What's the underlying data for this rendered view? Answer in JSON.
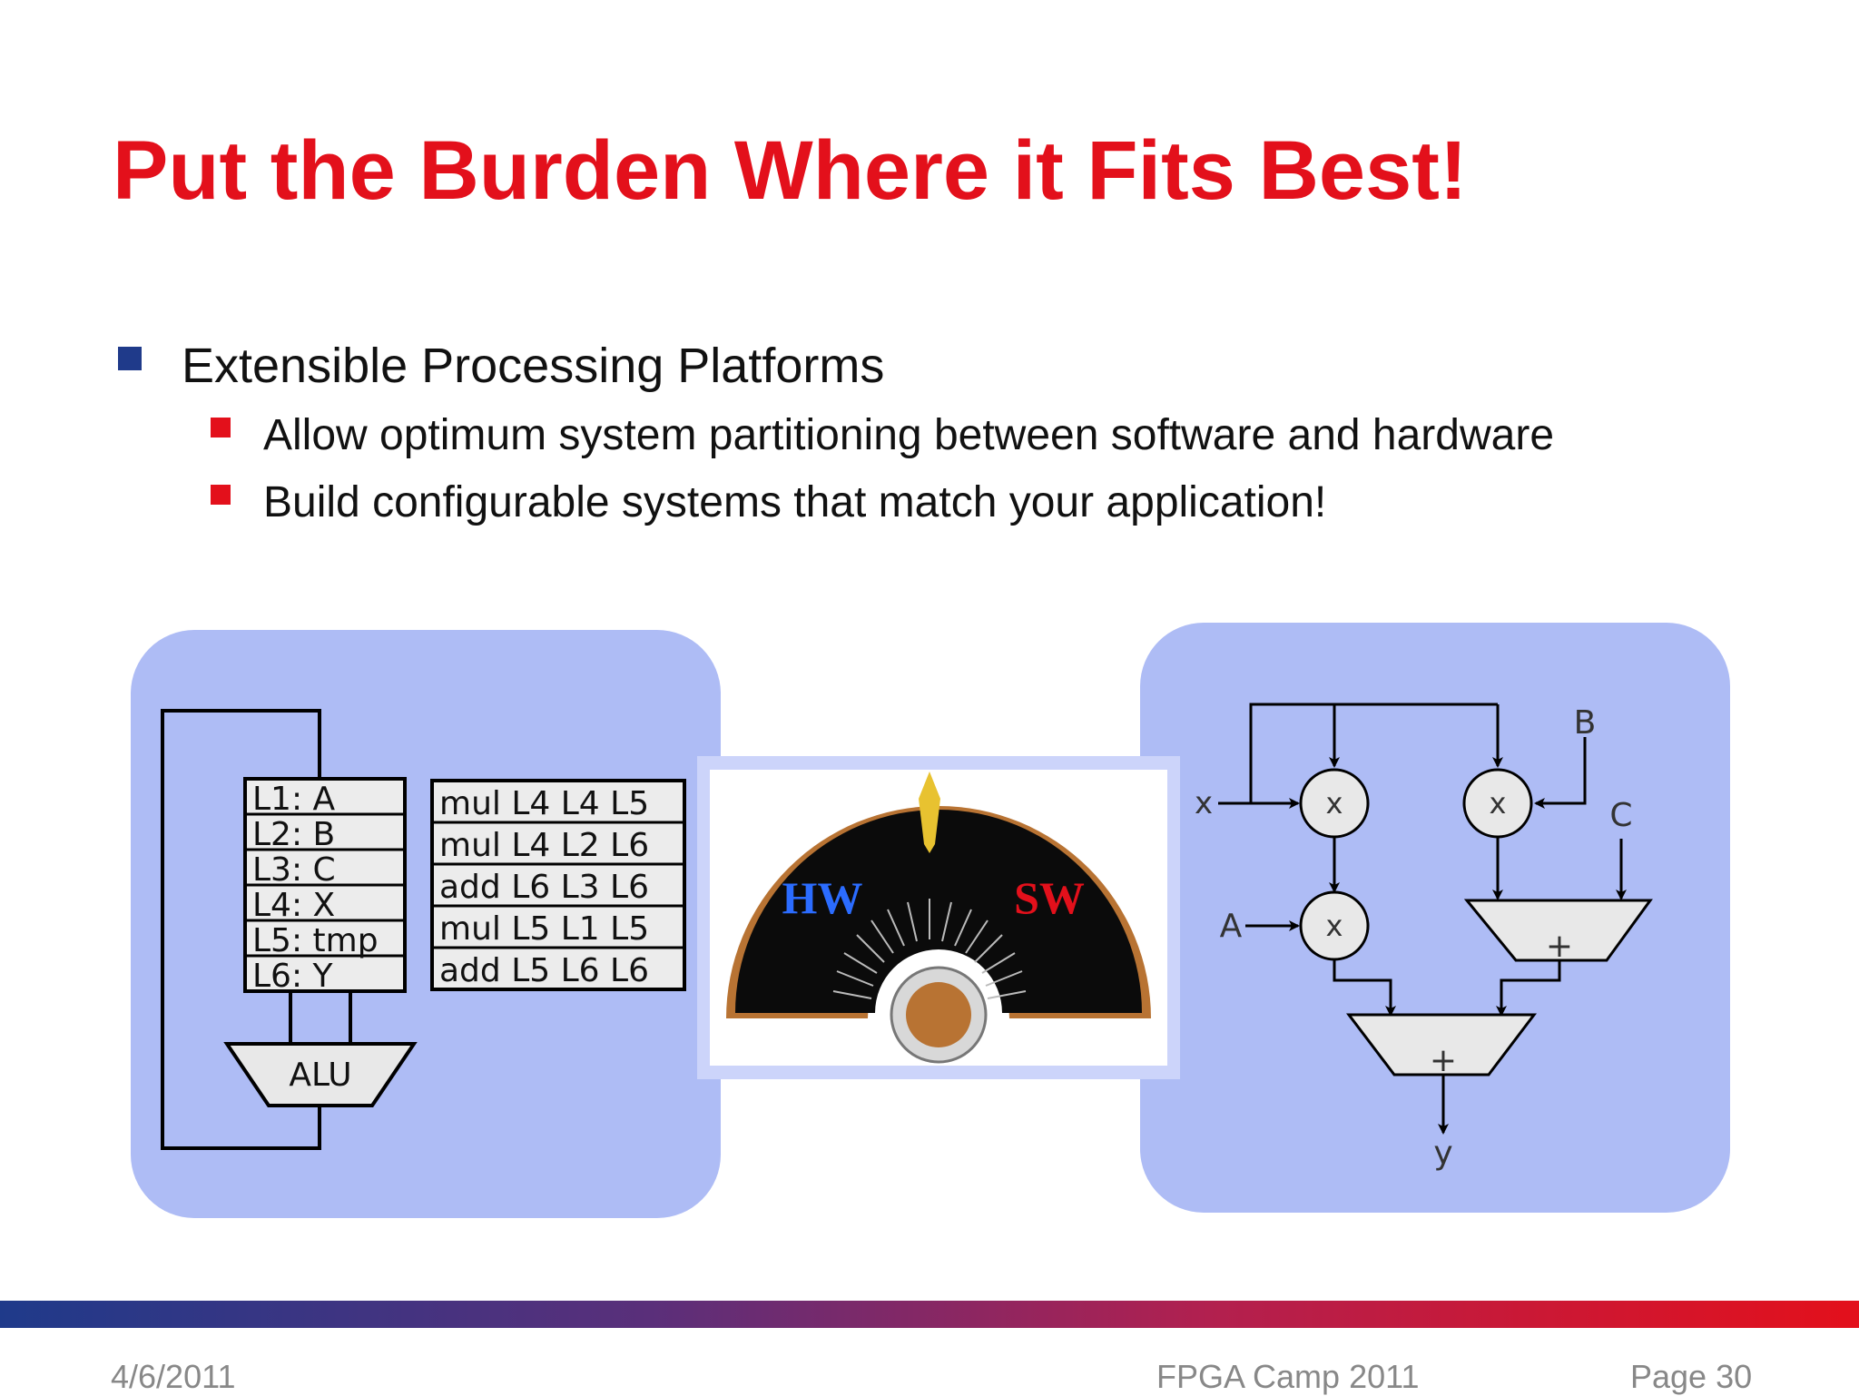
{
  "slide": {
    "title": "Put the Burden Where it Fits Best!",
    "bullets": [
      {
        "text": "Extensible Processing Platforms",
        "sub": [
          "Allow optimum system partitioning between software and hardware",
          "Build configurable systems that match your application!"
        ]
      }
    ],
    "colors": {
      "title": "#e3101b",
      "bullet_l1": "#1f3a8a",
      "bullet_l2": "#e3101b",
      "panel": "#aebcf5"
    }
  },
  "software_diagram": {
    "registers": [
      "L1: A",
      "L2: B",
      "L3: C",
      "L4: X",
      "L5: tmp",
      "L6: Y"
    ],
    "instructions": [
      "mul L4 L4 L5",
      "mul L4 L2 L6",
      "add L6 L3 L6",
      "mul L5 L1 L5",
      "add L5 L6 L6"
    ],
    "alu_label": "ALU"
  },
  "dial": {
    "left_label": "HW",
    "right_label": "SW",
    "left_color": "#2b6cff",
    "right_color": "#e3101b"
  },
  "hardware_diagram": {
    "inputs": {
      "x": "x",
      "a": "A",
      "b": "B",
      "c": "C"
    },
    "output": "y",
    "mul_symbol": "x",
    "add_symbol": "+"
  },
  "footer": {
    "date": "4/6/2011",
    "event": "FPGA Camp 2011",
    "page": "Page 30"
  }
}
